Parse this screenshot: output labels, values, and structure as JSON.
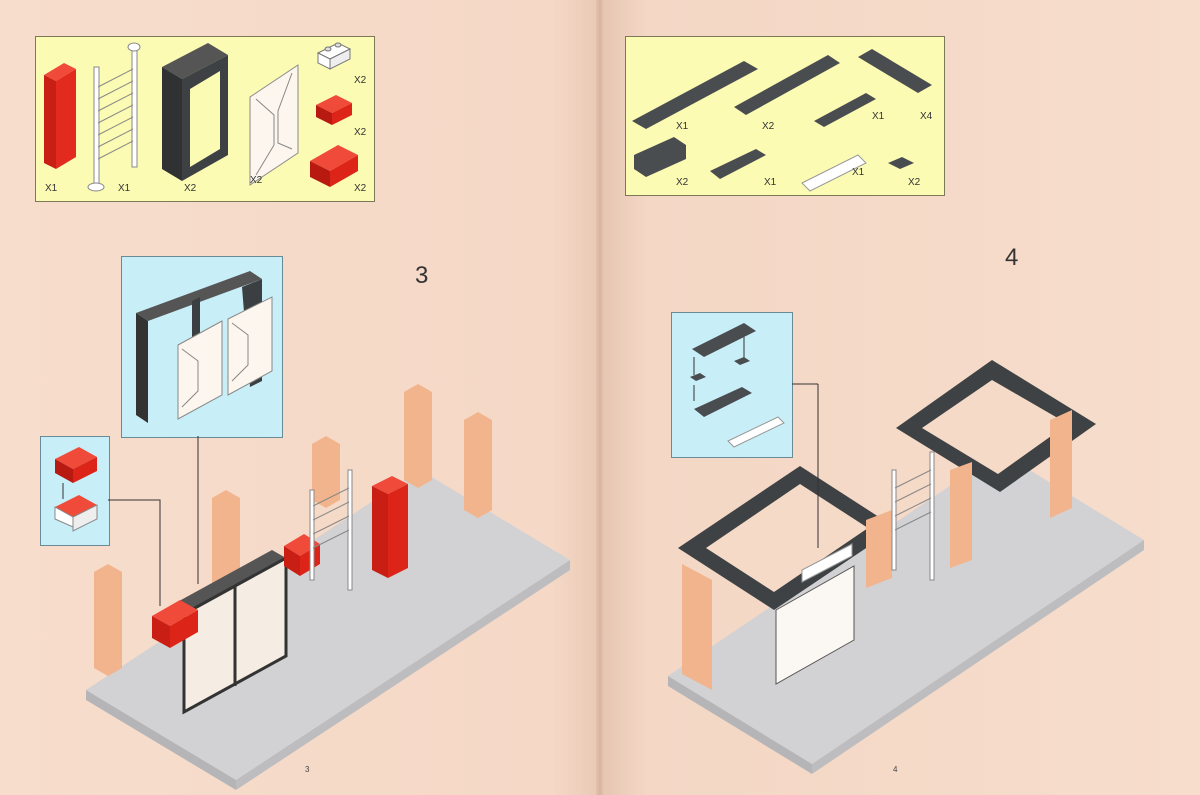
{
  "left_page": {
    "step": "3",
    "page_number": "3",
    "parts": [
      {
        "name": "red-2x1x4-brick",
        "qty": "X1"
      },
      {
        "name": "white-ladder",
        "qty": "X1"
      },
      {
        "name": "black-window-frame",
        "qty": "X2"
      },
      {
        "name": "white-door-panel",
        "qty": "X2"
      },
      {
        "name": "white-1x2-plate-stack",
        "qty": "X2"
      },
      {
        "name": "red-1x2-brick",
        "qty": "X2"
      },
      {
        "name": "red-slope-brick",
        "qty": "X2"
      }
    ]
  },
  "right_page": {
    "step": "4",
    "page_number": "4",
    "parts_row1": [
      {
        "name": "dark-gray-1x8-plate",
        "qty": "X1"
      },
      {
        "name": "dark-gray-1x6-plate",
        "qty": "X2"
      },
      {
        "name": "dark-gray-1x4-plate",
        "qty": "X1"
      },
      {
        "name": "dark-gray-1x6-plate-b",
        "qty": "X4"
      }
    ],
    "parts_row2": [
      {
        "name": "dark-gray-1x2-brick",
        "qty": "X2"
      },
      {
        "name": "dark-gray-1x4-wheel-plate",
        "qty": "X1"
      },
      {
        "name": "white-1x6-tile",
        "qty": "X1"
      },
      {
        "name": "dark-gray-1x1-plate",
        "qty": "X2"
      }
    ]
  },
  "colors": {
    "paper": "#f6dac8",
    "parts_box": "#fbfbb4",
    "inset_box": "#c8eef8",
    "red": "#d8261c",
    "dark_gray": "#4a4d4f",
    "baseplate": "#c9c9cb",
    "peach": "#f2b48c"
  }
}
